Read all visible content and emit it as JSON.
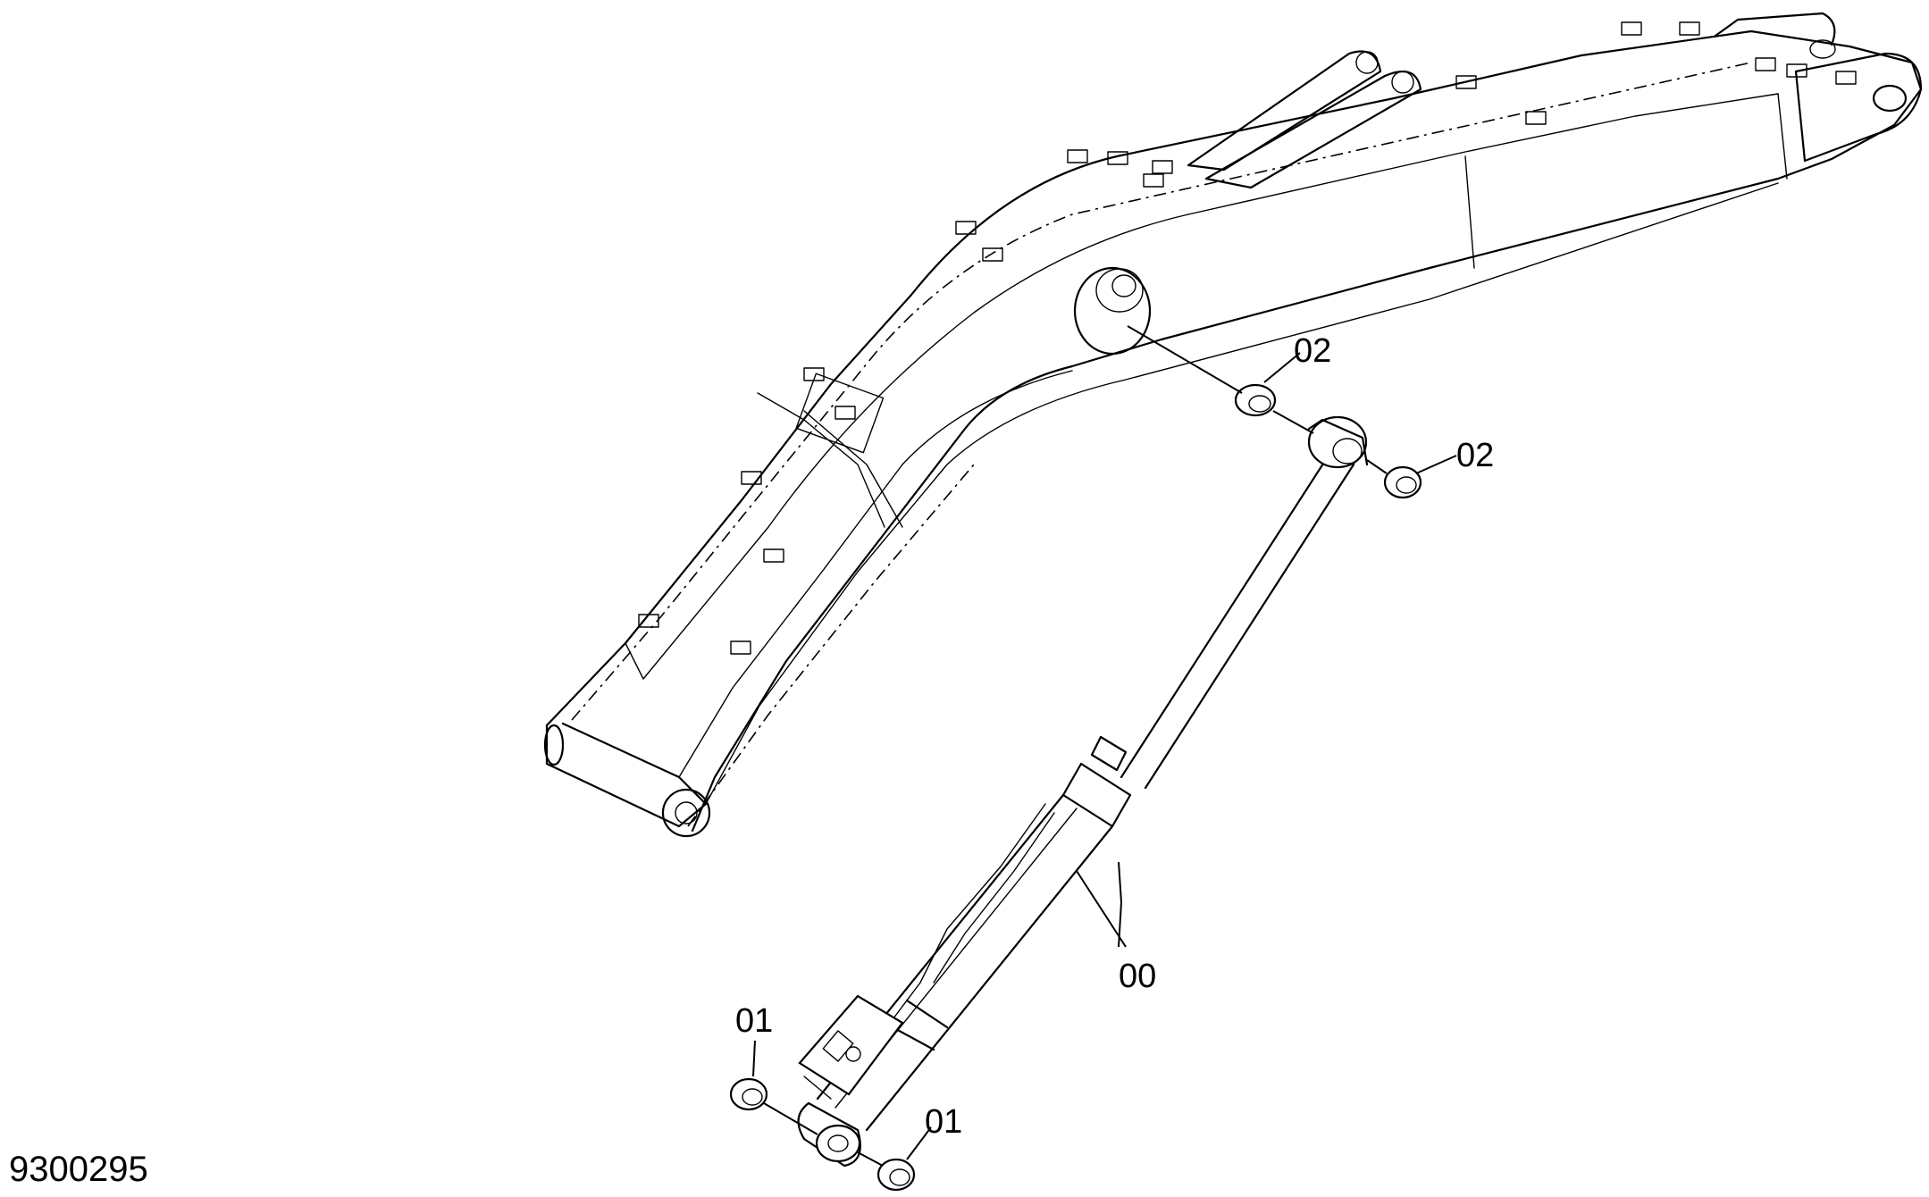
{
  "figure_number": "9300295",
  "callouts": {
    "cylinder": "00",
    "rod_end_bushing_left": "02",
    "rod_end_bushing_right": "02",
    "bottom_bushing_upper": "01",
    "bottom_bushing_lower": "01"
  }
}
